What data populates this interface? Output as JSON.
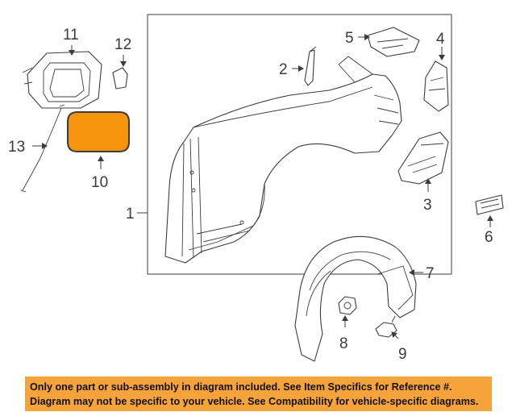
{
  "callouts": {
    "c1": "1",
    "c2": "2",
    "c3": "3",
    "c4": "4",
    "c5": "5",
    "c6": "6",
    "c7": "7",
    "c8": "8",
    "c9": "9",
    "c10": "10",
    "c11": "11",
    "c12": "12",
    "c13": "13"
  },
  "colors": {
    "highlight_part": "#f7940e",
    "banner": "#f7a33c",
    "line": "#3c3c3c"
  },
  "disclaimer": {
    "line1": "Only one part or sub-assembly in diagram included. See Item Specifics for Reference #.",
    "line2": "Diagram may not be specific to your vehicle. See Compatibility for vehicle-specific diagrams."
  }
}
